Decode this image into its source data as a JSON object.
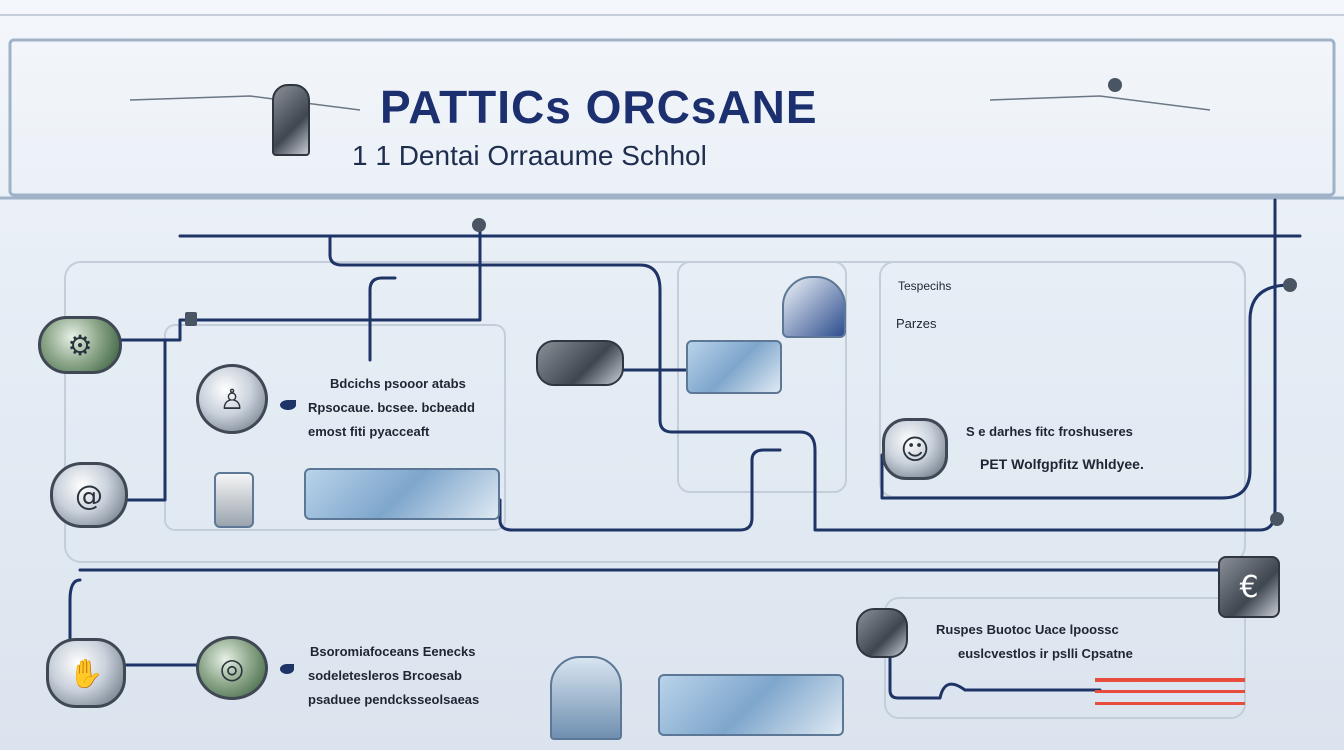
{
  "header": {
    "title": "PATTICs ORCsANE",
    "subtitle": "1 1 Dentai Orraaume Schhol"
  },
  "panels": {
    "left_group_1": {
      "lines": [
        "Bdcichs psooor atabs",
        "Rpsocaue. bcsee. bcbeadd",
        "emost fiti pyacceaft"
      ]
    },
    "top_right": {
      "line_1": "Tespecihs",
      "line_2": "Parzes"
    },
    "right_middle": {
      "line_1": "S  e  darhes  fitc froshuseres",
      "line_2": "PET  Wolfgpfitz Whldyee."
    },
    "bottom_left": {
      "lines": [
        "Bsoromiafoceans Eenecks",
        "sodeletesleros Brcoesab",
        "psaduee pendcksseolsaeas"
      ]
    },
    "bottom_right": {
      "line_1": "Ruspes  Buotoc  Uace lpoossc",
      "line_2": "euslcvestlos  ir pslli Cpsatne"
    }
  },
  "colors": {
    "wire": "#1e3366",
    "frame": "#9fb2c8",
    "title": "#1c2f6e"
  },
  "icons": {
    "top_left": "figure-icon",
    "left_nodes": [
      "gear-icon",
      "spiral-icon",
      "hand-icon"
    ],
    "center": [
      "person-icon",
      "tooth-icon"
    ],
    "right": [
      "portrait-icon",
      "euro-icon"
    ]
  }
}
